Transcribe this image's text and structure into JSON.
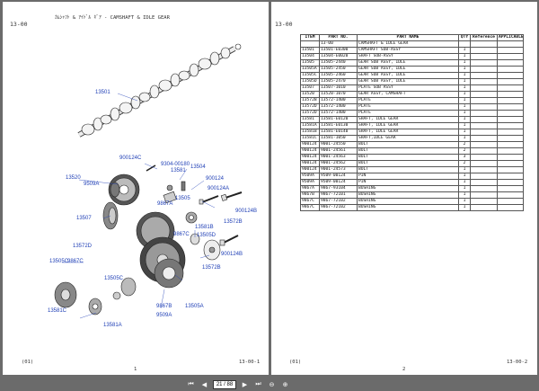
{
  "left_page": {
    "top_ref": "13-00",
    "title": "ｶﾑｼｬﾌﾄ & ｱｲﾄﾞﾙ ｷﾞｱ - CAMSHAFT & IDLE GEAR",
    "footer_left": "(01)",
    "page_number": "1",
    "footer_right": "13-00-1",
    "callouts": {
      "c13501": "13501",
      "c900124c": "900124C",
      "c9304": "9304-00180",
      "c13581": "13581",
      "c13504": "13504",
      "c13520": "13520",
      "c9509a_top": "9509A",
      "c900124_right": "900124",
      "c9867a": "9867A",
      "c13505": "13505",
      "c900124a": "900124A",
      "c900124b": "900124B",
      "c13507": "13507",
      "c13581b": "13581B",
      "c13572b_right": "13572B",
      "c9867c": "9867C",
      "c13505d": "13505D",
      "c13572d": "13572D",
      "c13505c": "13505C",
      "c9867c_left": "9867C",
      "c900124b_lower": "900124B",
      "c13572b_lower": "13572B",
      "c13505c_lower": "13505C",
      "c13581c": "13581C",
      "c9867b": "9867B",
      "c13505a": "13505A",
      "c9509a_low": "9509A",
      "c13581a": "13581A"
    }
  },
  "right_page": {
    "top_ref": "13-00",
    "footer_left": "(01)",
    "page_number": "2",
    "footer_right": "13-00-2",
    "headers": [
      "ITEM",
      "PART NO.",
      "PART NAME",
      "QTY",
      "Reference",
      "APPLICABLE NO."
    ],
    "rows": [
      [
        "",
        "13-00",
        "CAMSHAFT & IDLE GEAR",
        "",
        "",
        ""
      ],
      [
        "13501",
        "13501-E0300",
        "CAMSHAFT SUB-ASSY",
        "1",
        "",
        ""
      ],
      [
        "13504",
        "13504-E0020",
        "SHAFT SUB-ASSY",
        "1",
        "",
        ""
      ],
      [
        "13505",
        "13505-2440",
        "GEAR SUB ASSY, IDLE",
        "1",
        "",
        ""
      ],
      [
        "13505A",
        "13505-2450",
        "GEAR SUB ASSY, IDLE",
        "1",
        "",
        ""
      ],
      [
        "13505C",
        "13505-2460",
        "GEAR SUB ASSY, IDLE",
        "1",
        "",
        ""
      ],
      [
        "13505D",
        "13505-2470",
        "GEAR SUB ASSY, IDLE",
        "1",
        "",
        ""
      ],
      [
        "13507",
        "13507-1010",
        "PLATE SUB ASSY",
        "1",
        "",
        ""
      ],
      [
        "13520",
        "13520-1070",
        "GEAR ASSY, CAMSHAFT",
        "1",
        "",
        ""
      ],
      [
        "13572B",
        "13572-1400",
        "PLATE",
        "1",
        "",
        ""
      ],
      [
        "13572D",
        "13572-1400",
        "PLATE",
        "1",
        "",
        ""
      ],
      [
        "13572D",
        "13572-1400",
        "PLATE",
        "1",
        "",
        ""
      ],
      [
        "13581",
        "13581-E0120",
        "SHAFT, IDLE GEAR",
        "1",
        "",
        ""
      ],
      [
        "13581A",
        "13581-E0130",
        "SHAFT, IDLE GEAR",
        "1",
        "",
        ""
      ],
      [
        "13581B",
        "13581-E0140",
        "SHAFT, IDLE GEAR",
        "1",
        "",
        ""
      ],
      [
        "13581C",
        "13581-1050",
        "SHAFT,IDLE GEAR",
        "1",
        "",
        ""
      ],
      [
        "900124",
        "9001-24550",
        "BOLT",
        "2",
        "",
        ""
      ],
      [
        "900124 A",
        "9001-24561",
        "BOLT",
        "2",
        "",
        ""
      ],
      [
        "900124 B",
        "9001-24563",
        "BOLT",
        "3",
        "",
        ""
      ],
      [
        "900124 C",
        "9001-24562",
        "BOLT",
        "2",
        "",
        ""
      ],
      [
        "900124 C",
        "9001-24573",
        "BOLT",
        "1",
        "",
        ""
      ],
      [
        "9509A",
        "9509-00124",
        "PIN",
        "1",
        "",
        ""
      ],
      [
        "9509A",
        "9509-00124",
        "PIN",
        "1",
        "",
        ""
      ],
      [
        "9867A",
        "9867-93104",
        "BUSHING",
        "1",
        "",
        ""
      ],
      [
        "9867B",
        "9867-72101",
        "BUSHING",
        "1",
        "",
        ""
      ],
      [
        "9867C",
        "9867-72102",
        "BUSHING",
        "1",
        "",
        ""
      ],
      [
        "9867C",
        "9867-72102",
        "BUSHING",
        "1",
        "",
        ""
      ]
    ]
  },
  "navbar": {
    "first_icon": "first-page-icon",
    "prev_icon": "prev-page-icon",
    "current_page": "21 / 88",
    "next_icon": "next-page-icon",
    "last_icon": "last-page-icon",
    "zoom_out_icon": "zoom-out-icon",
    "zoom_in_icon": "zoom-in-icon"
  }
}
